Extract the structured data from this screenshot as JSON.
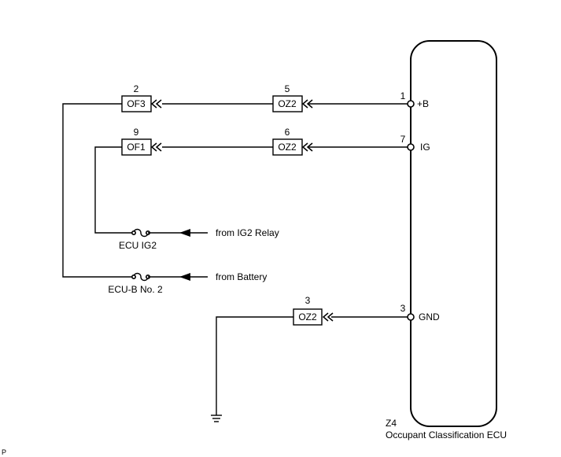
{
  "ecu": {
    "code": "Z4",
    "name": "Occupant Classification ECU",
    "pins": {
      "b_num": "1",
      "b_label": "+B",
      "ig_num": "7",
      "ig_label": "IG",
      "gnd_num": "3",
      "gnd_label": "GND"
    }
  },
  "connectors": {
    "of3": {
      "pin": "2",
      "name": "OF3"
    },
    "oz2_b": {
      "pin": "5",
      "name": "OZ2"
    },
    "of1": {
      "pin": "9",
      "name": "OF1"
    },
    "oz2_ig": {
      "pin": "6",
      "name": "OZ2"
    },
    "oz2_gnd": {
      "pin": "3",
      "name": "OZ2"
    }
  },
  "fuses": {
    "ig2": {
      "name": "ECU IG2",
      "source": "from IG2 Relay"
    },
    "ecub": {
      "name": "ECU-B No. 2",
      "source": "from Battery"
    }
  },
  "corner_mark": "P"
}
